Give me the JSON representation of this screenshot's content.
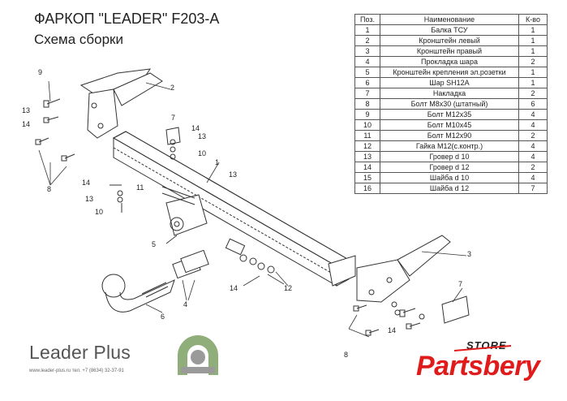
{
  "header": {
    "title": "ФАРКОП \"LEADER\" F203-A",
    "subtitle": "Схема сборки"
  },
  "parts_table": {
    "headers": [
      "Поз.",
      "Наименование",
      "К-во"
    ],
    "rows": [
      [
        "1",
        "Балка ТСУ",
        "1"
      ],
      [
        "2",
        "Кронштейн левый",
        "1"
      ],
      [
        "3",
        "Кронштейн правый",
        "1"
      ],
      [
        "4",
        "Прокладка шара",
        "2"
      ],
      [
        "5",
        "Кронштейн крепления эл.розетки",
        "1"
      ],
      [
        "6",
        "Шар SH12A",
        "1"
      ],
      [
        "7",
        "Накладка",
        "2"
      ],
      [
        "8",
        "Болт М8х30 (штатный)",
        "6"
      ],
      [
        "9",
        "Болт М12х35",
        "4"
      ],
      [
        "10",
        "Болт  М10х45",
        "4"
      ],
      [
        "11",
        "Болт М12х90",
        "2"
      ],
      [
        "12",
        "Гайка М12(с.контр.)",
        "4"
      ],
      [
        "13",
        "Гровер d 10",
        "4"
      ],
      [
        "14",
        "Гровер d 12",
        "2"
      ],
      [
        "15",
        "Шайба d 10",
        "4"
      ],
      [
        "16",
        "Шайба d 12",
        "7"
      ]
    ]
  },
  "callouts": [
    "1",
    "2",
    "3",
    "4",
    "5",
    "6",
    "7",
    "8",
    "9",
    "10",
    "11",
    "12",
    "13",
    "14"
  ],
  "footer": {
    "brand": "Leader Plus",
    "contact": "www.leader-plus.ru   тел. +7 (8634) 32-37-91",
    "store_small": "STORE",
    "store_name": "Partsbery"
  },
  "colors": {
    "accent": "#e01b1b",
    "logo_green": "#8fae7a",
    "line": "#333333"
  }
}
